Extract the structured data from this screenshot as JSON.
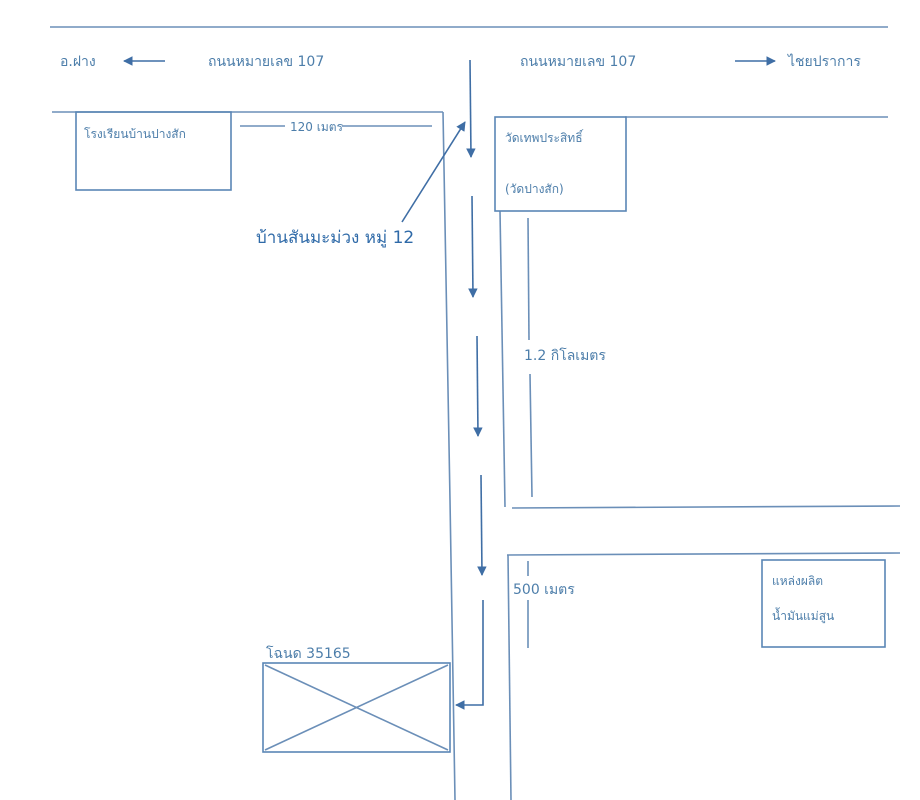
{
  "map": {
    "road_label_left": "ถนนหมายเลข 107",
    "road_label_right": "ถนนหมายเลข 107",
    "direction_left": "อ.ฝาง",
    "direction_right": "ไชยปราการ",
    "school": "โรงเรียนบ้านปางสัก",
    "distance_school": "120 เมตร",
    "temple_name": "วัดเทพประสิทธิ์",
    "temple_alt": "(วัดปางสัก)",
    "village": "บ้านสันมะม่วง หมู่ 12",
    "distance_km": "1.2 กิโลเมตร",
    "distance_500": "500 เมตร",
    "factory_line1": "แหล่งผลิต",
    "factory_line2": "น้ำมันแม่สูน",
    "deed": "โฉนด 35165",
    "colors": {
      "line": "#6b8fb8",
      "text": "#4d7eaa",
      "arrow": "#3f6ea5"
    }
  }
}
